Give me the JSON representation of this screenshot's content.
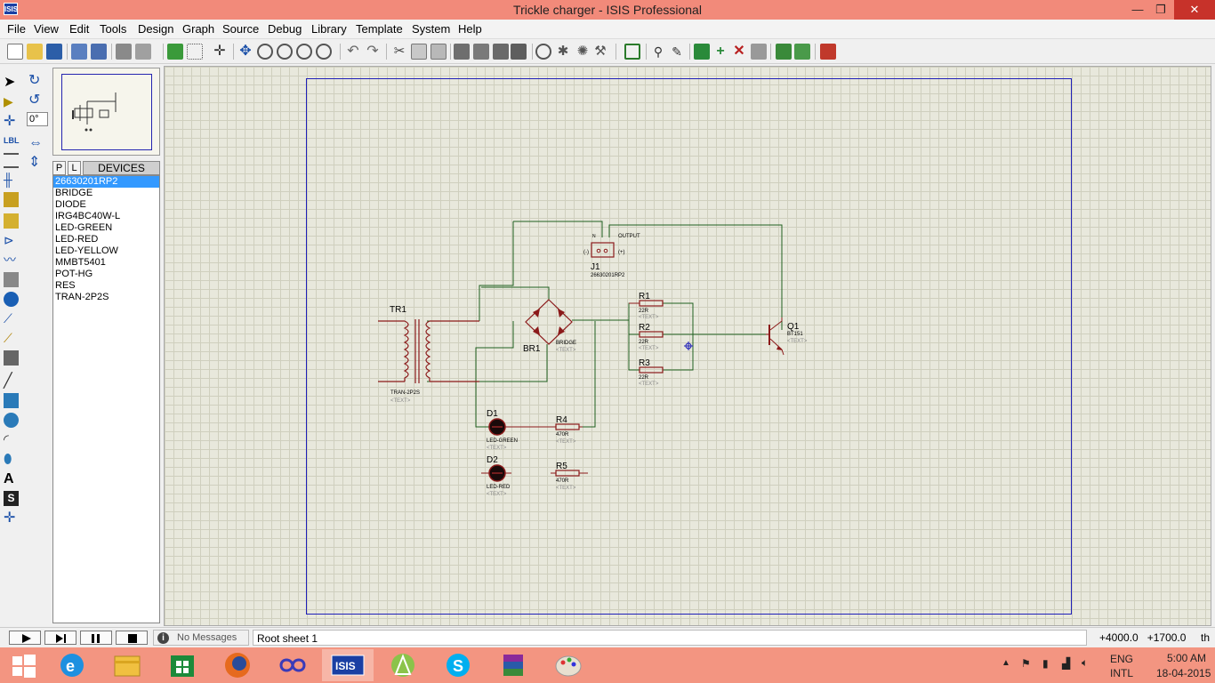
{
  "window": {
    "app_icon_label": "ISIS",
    "title": "Trickle charger - ISIS Professional",
    "minimize": "—",
    "maximize": "❐",
    "close": "✕"
  },
  "menu": [
    "File",
    "View",
    "Edit",
    "Tools",
    "Design",
    "Graph",
    "Source",
    "Debug",
    "Library",
    "Template",
    "System",
    "Help"
  ],
  "toolbar_icons": [
    "new-file-icon",
    "open-folder-icon",
    "save-icon",
    "import-icon",
    "export-icon",
    "print-icon",
    "print-area-icon",
    "refresh-icon",
    "grid-icon",
    "origin-icon",
    "pan-icon",
    "zoom-in-icon",
    "zoom-out-icon",
    "zoom-all-icon",
    "zoom-area-icon",
    "undo-icon",
    "redo-icon",
    "cut-icon",
    "copy-icon",
    "paste-icon",
    "block-copy-icon",
    "block-move-icon",
    "block-rotate-icon",
    "block-delete-icon",
    "pick-device-icon",
    "make-device-icon",
    "packaging-icon",
    "decompose-icon",
    "wire-autorouter-icon",
    "search-icon",
    "property-tool-icon",
    "new-sheet-icon",
    "add-sheet-icon",
    "remove-sheet-icon",
    "goto-sheet-icon",
    "bom-icon",
    "netlist-icon",
    "ares-icon"
  ],
  "rotation": "0°",
  "device_selector": {
    "tab_p": "P",
    "tab_l": "L",
    "title": "DEVICES",
    "items": [
      "26630201RP2",
      "BRIDGE",
      "DIODE",
      "IRG4BC40W-L",
      "LED-GREEN",
      "LED-RED",
      "LED-YELLOW",
      "MMBT5401",
      "POT-HG",
      "RES",
      "TRAN-2P2S"
    ],
    "selected_index": 0
  },
  "schematic": {
    "components": {
      "tr1": {
        "ref": "TR1",
        "value": "TRAN-2P2S",
        "text": "<TEXT>"
      },
      "br1": {
        "ref": "BR1",
        "value": "BRIDGE",
        "text": "<TEXT>"
      },
      "j1": {
        "ref": "J1",
        "value": "26630201RP2",
        "label": "OUTPUT",
        "neg": "(-)",
        "pos": "(+)",
        "pin_n": "N"
      },
      "r1": {
        "ref": "R1",
        "value": "22R",
        "text": "<TEXT>"
      },
      "r2": {
        "ref": "R2",
        "value": "22R",
        "text": "<TEXT>"
      },
      "r3": {
        "ref": "R3",
        "value": "22R",
        "text": "<TEXT>"
      },
      "q1": {
        "ref": "Q1",
        "value": "BT151",
        "text": "<TEXT>"
      },
      "d1": {
        "ref": "D1",
        "value": "LED-GREEN",
        "text": "<TEXT>"
      },
      "d2": {
        "ref": "D2",
        "value": "LED-RED",
        "text": "<TEXT>"
      },
      "r4": {
        "ref": "R4",
        "value": "470R",
        "text": "<TEXT>"
      },
      "r5": {
        "ref": "R5",
        "value": "470R",
        "text": "<TEXT>"
      }
    },
    "colors": {
      "wire": "#1f5f1f",
      "component": "#8b1a1a",
      "border": "#1f1fb8",
      "grid_bg": "#e8e8dc"
    }
  },
  "status": {
    "messages": "No Messages",
    "sheet": "Root sheet 1",
    "coords": "+4000.0   +1700.0",
    "unit": "th"
  },
  "taskbar": {
    "apps": [
      "start-icon",
      "internet-explorer-icon",
      "file-explorer-icon",
      "store-icon",
      "firefox-icon",
      "infinity-app-icon",
      "isis-icon",
      "android-studio-icon",
      "skype-icon",
      "winrar-icon",
      "paint-icon"
    ],
    "active_app": "isis-icon",
    "lang_top": "ENG",
    "lang_bottom": "INTL",
    "time": "5:00 AM",
    "date": "18-04-2015"
  }
}
